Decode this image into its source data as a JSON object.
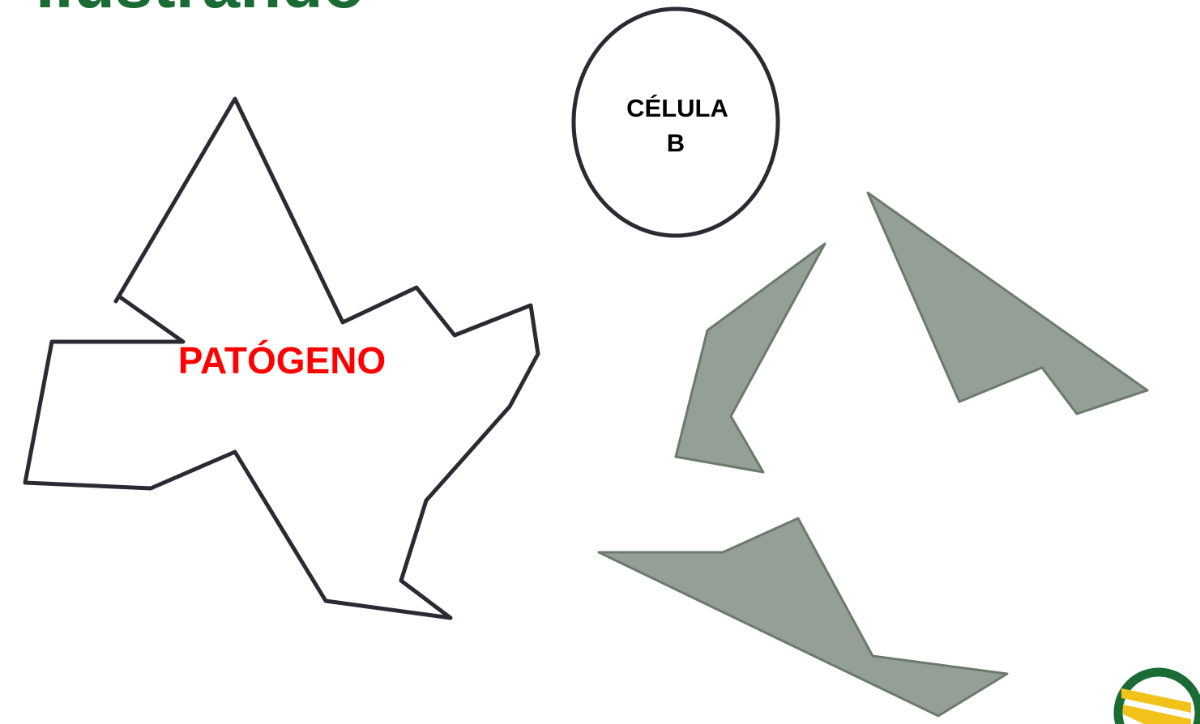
{
  "slide": {
    "title": "Ilustrando",
    "title_color": "#1b6b35"
  },
  "diagram": {
    "pathogen": {
      "label": "PATÓGENO",
      "label_color": "#ff0000",
      "outline_color": "#2a2a33"
    },
    "b_cell": {
      "label_lines": [
        "CÉLULA",
        "B"
      ],
      "outline_color": "#2a2a33"
    },
    "antibody_fragments": {
      "fill_color": "#94a095",
      "stroke_color": "#6c7a6d"
    }
  },
  "logo": {
    "icon": "institution-logo-icon",
    "ring_color": "#1b6b35",
    "accent_color": "#f2c21b"
  }
}
